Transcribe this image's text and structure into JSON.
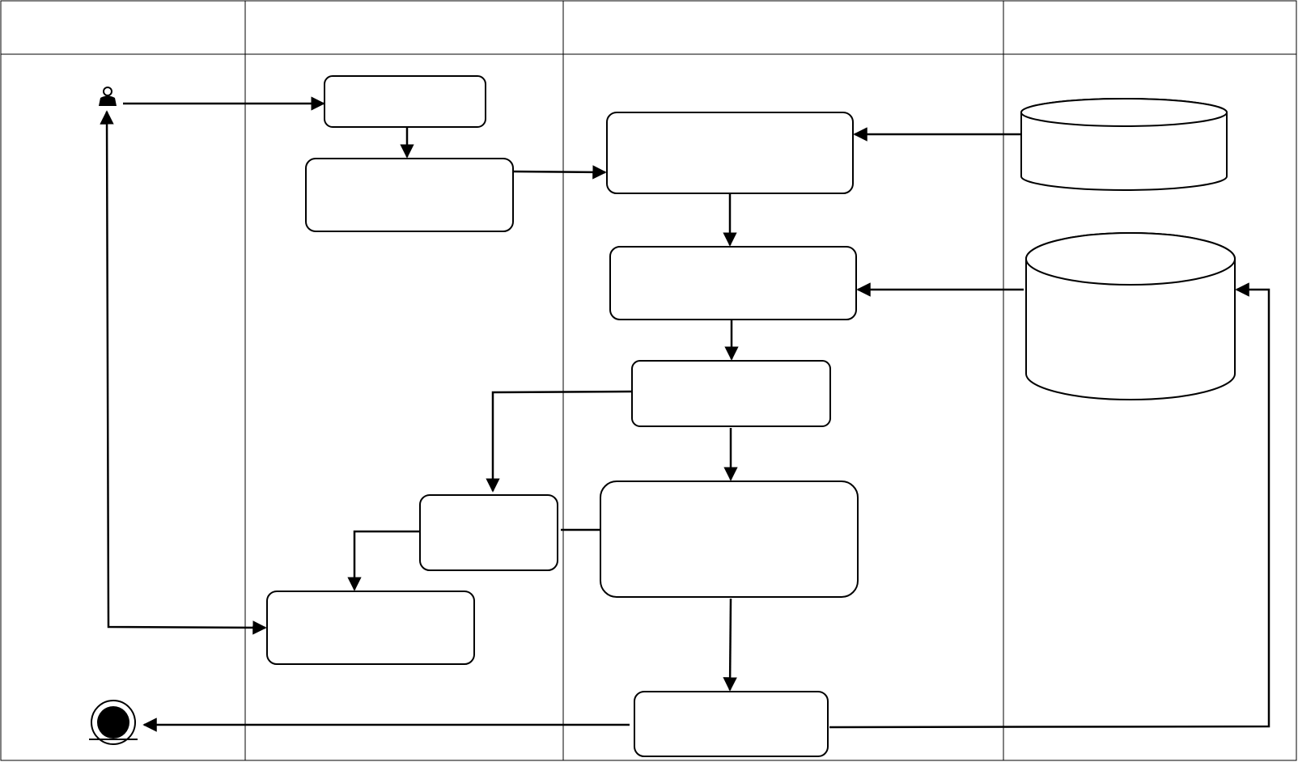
{
  "lanes": [
    {
      "id": "actor",
      "label": ""
    },
    {
      "id": "interface",
      "label": ""
    },
    {
      "id": "process",
      "label": ""
    },
    {
      "id": "storage",
      "label": ""
    }
  ],
  "nodes": {
    "n1": {
      "label": ""
    },
    "n2": {
      "label": ""
    },
    "n3": {
      "label": ""
    },
    "n4": {
      "label": ""
    },
    "n5": {
      "label": ""
    },
    "n6": {
      "label": ""
    },
    "n7": {
      "label": ""
    },
    "n8": {
      "label": ""
    },
    "n9": {
      "label": ""
    },
    "db1": {
      "label": ""
    },
    "db2": {
      "label": ""
    }
  },
  "icons": {
    "actor": "user-icon",
    "final": "final-node-icon"
  }
}
